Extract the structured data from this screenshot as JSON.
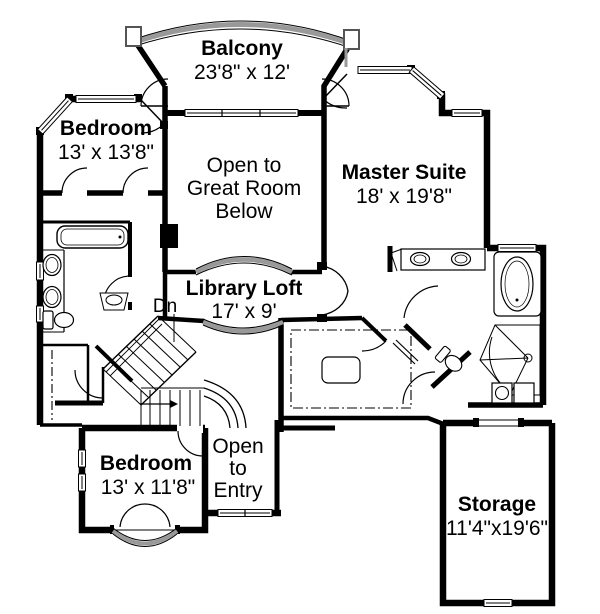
{
  "rooms": {
    "balcony": {
      "name": "Balcony",
      "dims": "23'8\" x 12'"
    },
    "bedroom_upper": {
      "name": "Bedroom",
      "dims": "13' x 13'8\""
    },
    "open_great_room": {
      "line1": "Open to",
      "line2": "Great Room",
      "line3": "Below"
    },
    "master_suite": {
      "name": "Master Suite",
      "dims": "18' x 19'8\""
    },
    "library_loft": {
      "name": "Library Loft",
      "dims": "17' x 9'"
    },
    "stair": {
      "down_label": "Dn"
    },
    "bedroom_lower": {
      "name": "Bedroom",
      "dims": "13' x 11'8\""
    },
    "open_entry": {
      "line1": "Open",
      "line2": "to",
      "line3": "Entry"
    },
    "storage": {
      "name": "Storage",
      "dims": "11'4\"x19'6\""
    }
  },
  "colors": {
    "wall": "#000000",
    "background": "#ffffff",
    "railing": "#999999",
    "text": "#000000"
  }
}
